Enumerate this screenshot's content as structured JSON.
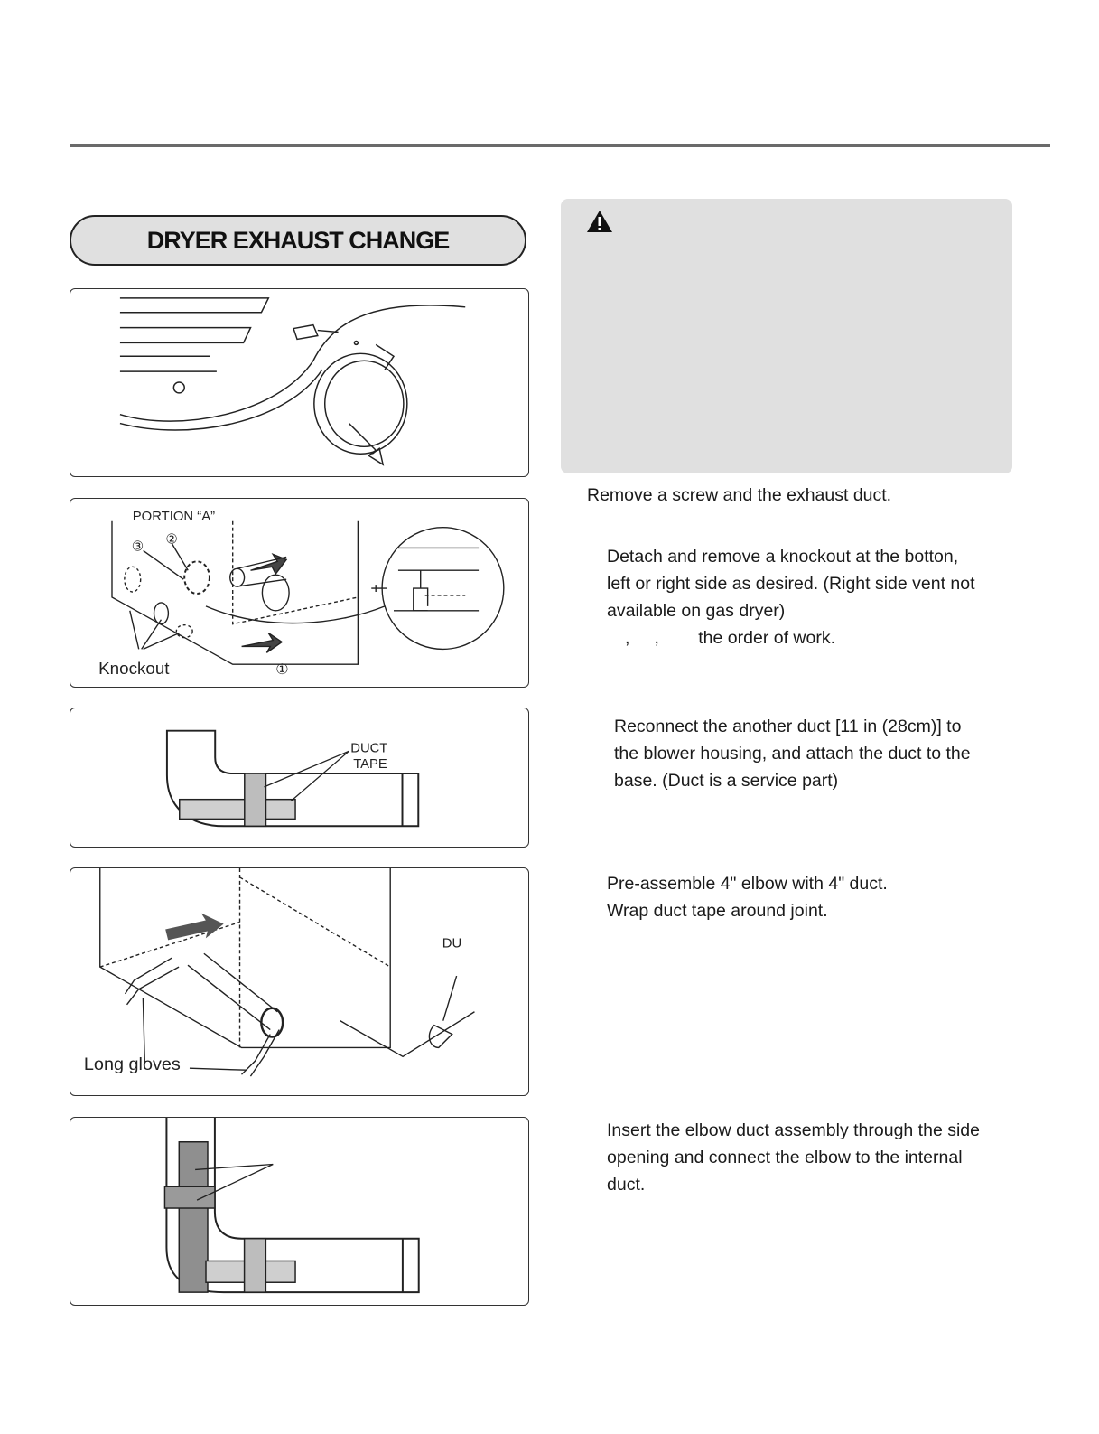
{
  "section_title": "DRYER EXHAUST CHANGE",
  "figures": {
    "fig2": {
      "portion_label": "PORTION “A”",
      "num1": "①",
      "num2": "②",
      "num3": "③",
      "knockout_label": "Knockout"
    },
    "fig3": {
      "duct_label": "DUCT",
      "tape_label": "TAPE"
    },
    "fig4": {
      "du_label": "DU",
      "gloves_label": "Long gloves"
    }
  },
  "warning": {
    "icon": "warning-triangle-icon"
  },
  "steps": {
    "s1": "Remove a screw and the exhaust duct.",
    "s2_line1": "Detach and remove a knockout at the botton,",
    "s2_line2": "left or right side as desired. (Right side vent not",
    "s2_line3": "available on gas dryer)",
    "s2_line4": ",     ,        the order of work.",
    "s3_line1": "Reconnect the another duct [11 in (28cm)] to",
    "s3_line2": "the blower housing, and attach the duct to the",
    "s3_line3": "base. (Duct is a service part)",
    "s4_line1": "Pre-assemble 4\" elbow with 4\" duct.",
    "s4_line2": "Wrap duct tape around joint.",
    "s5_line1": "Insert the elbow duct assembly through the side",
    "s5_line2": "opening and connect the elbow to the  internal",
    "s5_line3": "duct."
  }
}
